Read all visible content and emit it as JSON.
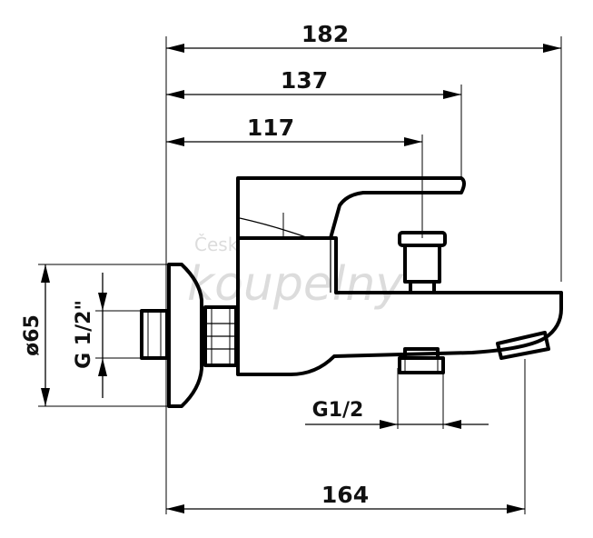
{
  "dimensions": {
    "overall_width": "182",
    "to_lever_end": "137",
    "to_lever_axis": "117",
    "spout_length": "164",
    "rosette_diameter": "ø65",
    "inlet_thread": "G 1/2\"",
    "outlet_thread": "G1/2"
  },
  "watermark": {
    "line1": "Česk",
    "line2": "koupelny"
  }
}
